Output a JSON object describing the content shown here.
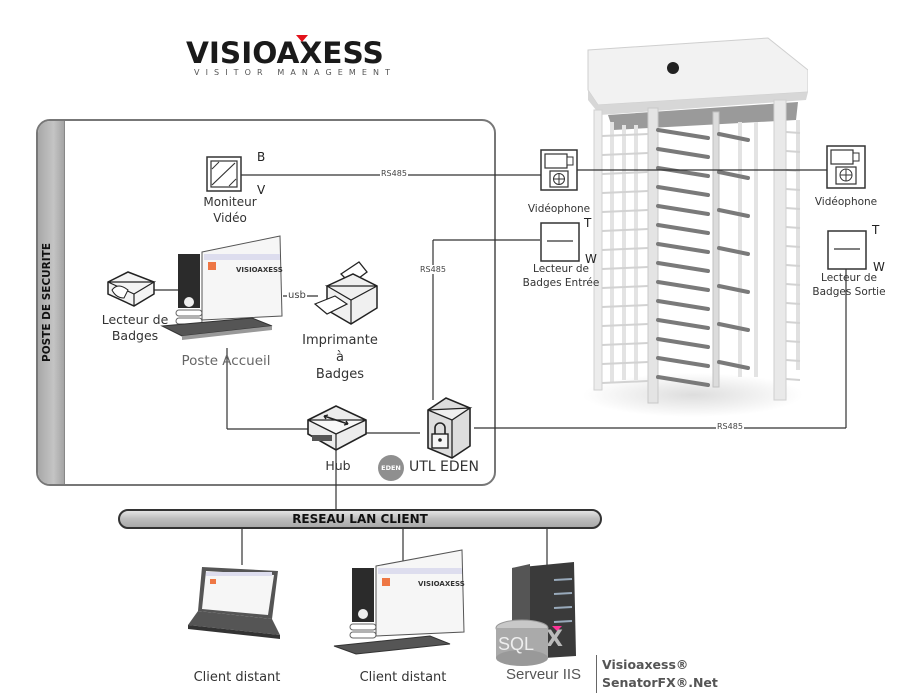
{
  "logo": {
    "title": "VISIOAXESS",
    "subtitle": "VISITOR MANAGEMENT",
    "accent_color": "#e3121b"
  },
  "security_zone": {
    "label": "POSTE DE SECURITE"
  },
  "nodes": {
    "video_monitor": {
      "label_line1": "Moniteur",
      "label_line2": "Vidéo",
      "port_top": "B",
      "port_bottom": "V",
      "icon": "video-monitor-icon"
    },
    "badge_reader_desk": {
      "label_line1": "Lecteur de",
      "label_line2": "Badges",
      "icon": "badge-reader-icon"
    },
    "reception_pc": {
      "label": "Poste Accueil",
      "icon": "desktop-computer-icon"
    },
    "badge_printer": {
      "label_line1": "Imprimante",
      "label_line2": "à",
      "label_line3": "Badges",
      "icon": "printer-icon"
    },
    "hub": {
      "label": "Hub",
      "icon": "hub-icon"
    },
    "utl_eden": {
      "label": "UTL EDEN",
      "badge": "EDEN",
      "icon": "lock-icon"
    },
    "videophone_entry": {
      "label": "Vidéophone",
      "icon": "videophone-icon"
    },
    "videophone_exit": {
      "label": "Vidéophone",
      "icon": "videophone-icon"
    },
    "reader_entry": {
      "label_line1": "Lecteur de",
      "label_line2": "Badges Entrée",
      "port_top": "T",
      "port_bottom": "W",
      "icon": "badge-reader-icon"
    },
    "reader_exit": {
      "label_line1": "Lecteur de",
      "label_line2": "Badges Sortie",
      "port_top": "T",
      "port_bottom": "W",
      "icon": "badge-reader-icon"
    },
    "turnstile": {
      "icon": "turnstile-icon"
    },
    "client_laptop": {
      "label": "Client distant",
      "icon": "laptop-icon"
    },
    "client_desktop": {
      "label": "Client distant",
      "icon": "desktop-computer-icon"
    },
    "iis_server": {
      "label": "Serveur IIS",
      "db_label": "SQL",
      "icon": "server-icon"
    }
  },
  "connections": {
    "monitor_to_videophone": "RS485",
    "utl_to_reader_entry": "RS485",
    "utl_to_reader_exit": "RS485",
    "pc_to_printer": "usb"
  },
  "network": {
    "lan_label": "RESEAU LAN CLIENT"
  },
  "software": {
    "line1": "Visioaxess®",
    "line2": "SenatorFX®.Net"
  }
}
